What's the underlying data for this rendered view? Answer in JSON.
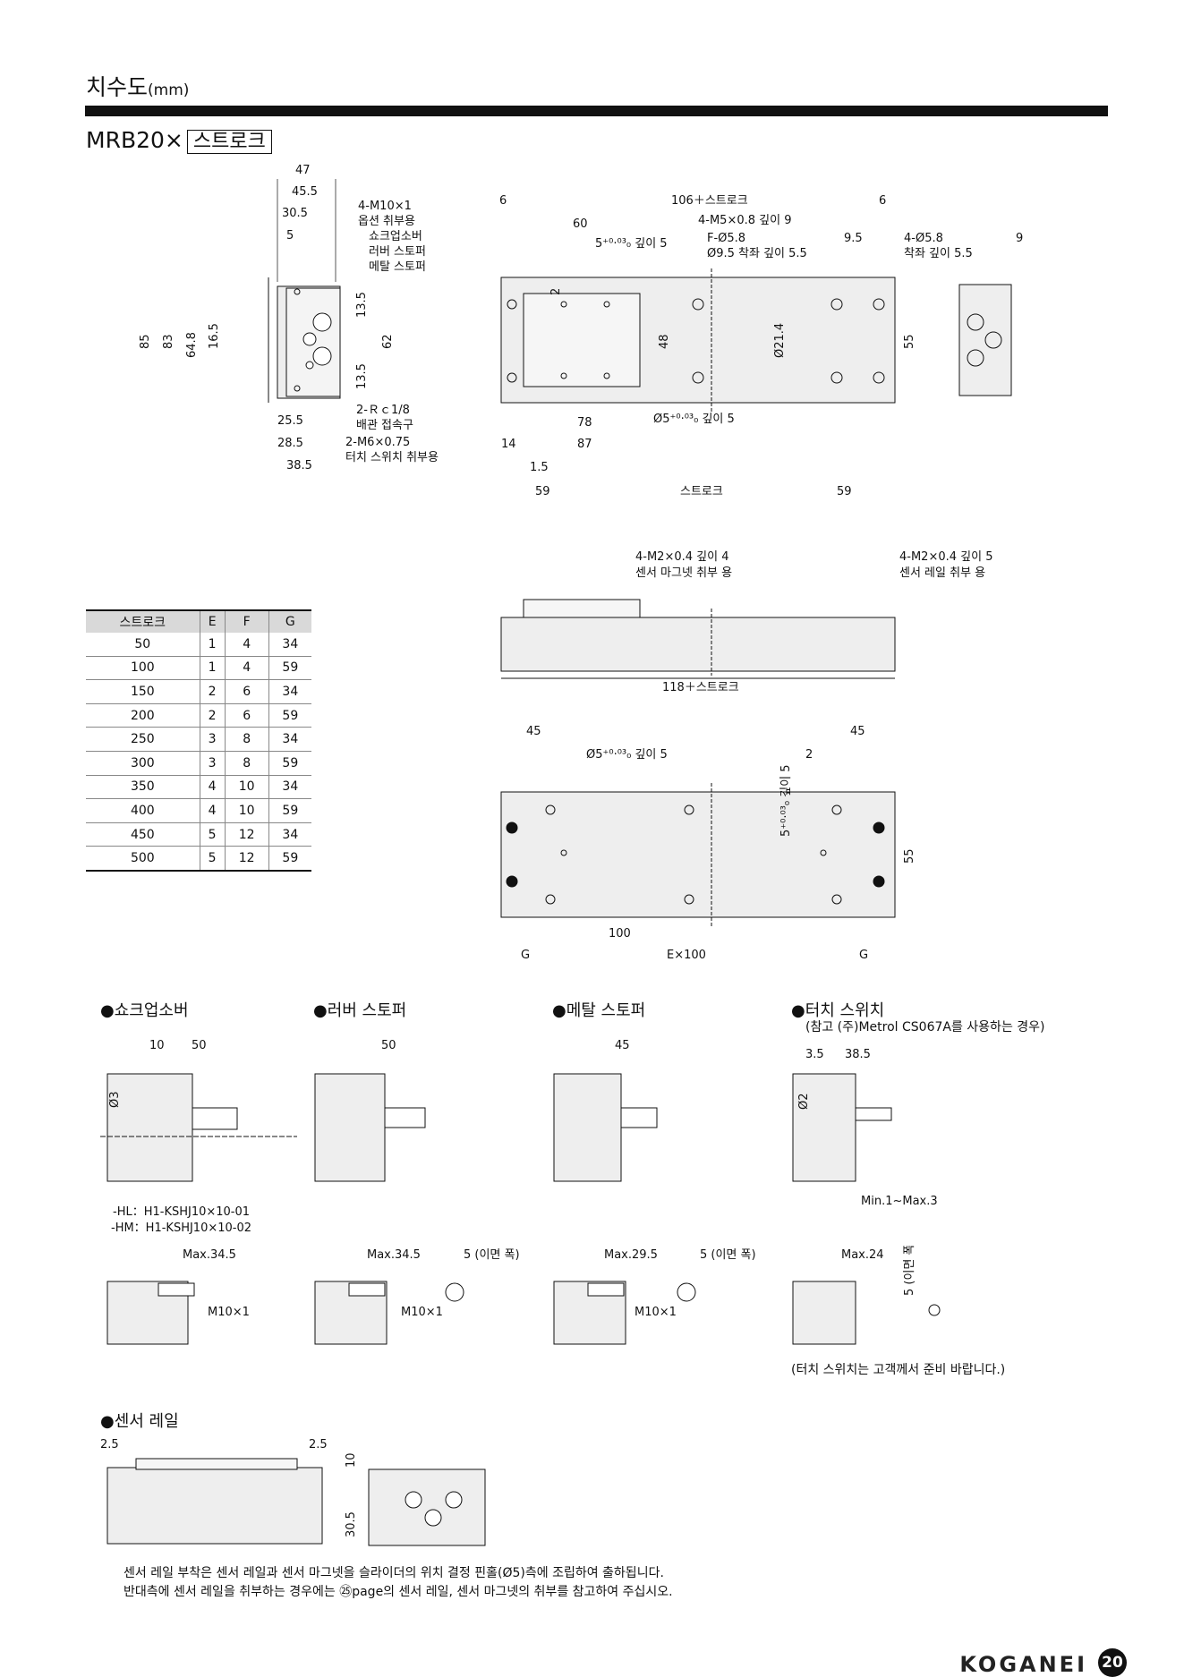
{
  "header": {
    "title": "치수도",
    "unit": "(mm)",
    "model": "MRB20×",
    "model_box": "스트로크"
  },
  "front_view": {
    "dims": [
      "47",
      "45.5",
      "30.5",
      "5",
      "85",
      "83",
      "64.8",
      "16.5",
      "13.5",
      "62",
      "13.5",
      "25.5",
      "28.5",
      "38.5"
    ],
    "note1": [
      "4-M10×1",
      "옵션 취부용",
      "쇼크업소버",
      "러버 스토퍼",
      "메탈 스토퍼"
    ],
    "note2": [
      "2-Ｒｃ1/8",
      "배관 접속구"
    ],
    "note3": [
      "2-M6×0.75",
      "터치 스위치 취부용"
    ]
  },
  "top_view": {
    "dims": [
      "6",
      "106＋스트로크",
      "6",
      "60",
      "5⁺⁰·⁰³₀ 깊이 5",
      "4-M5×0.8 깊이 9",
      "F-Ø5.8",
      "Ø9.5 착좌 깊이 5.5",
      "9.5",
      "4-Ø5.8",
      "착좌 깊이 5.5",
      "9",
      "2",
      "48",
      "Ø21.4",
      "55",
      "78",
      "Ø5⁺⁰·⁰³₀ 깊이 5",
      "14",
      "87",
      "1.5",
      "59",
      "스트로크",
      "59"
    ]
  },
  "side_view": {
    "dims": [
      "4-M2×0.4 깊이 4",
      "센서 마그넷 취부 용",
      "4-M2×0.4 깊이 5",
      "센서 레일 취부 용",
      "118＋스트로크"
    ]
  },
  "bottom_view": {
    "dims": [
      "45",
      "Ø5⁺⁰·⁰³₀ 깊이 5",
      "45",
      "2",
      "5⁺⁰·⁰³₀ 깊이 5",
      "55",
      "100",
      "G",
      "E×100",
      "G"
    ]
  },
  "stroke_table": {
    "headers": [
      "스트로크",
      "E",
      "F",
      "G"
    ],
    "rows": [
      [
        "50",
        "1",
        "4",
        "34"
      ],
      [
        "100",
        "1",
        "4",
        "59"
      ],
      [
        "150",
        "2",
        "6",
        "34"
      ],
      [
        "200",
        "2",
        "6",
        "59"
      ],
      [
        "250",
        "3",
        "8",
        "34"
      ],
      [
        "300",
        "3",
        "8",
        "59"
      ],
      [
        "350",
        "4",
        "10",
        "34"
      ],
      [
        "400",
        "4",
        "10",
        "59"
      ],
      [
        "450",
        "5",
        "12",
        "34"
      ],
      [
        "500",
        "5",
        "12",
        "59"
      ]
    ]
  },
  "options": {
    "shock": {
      "title": "●쇼크업소버",
      "d1": "10",
      "d2": "50",
      "d3": "Ø3",
      "hl": "-HL：H1-KSHJ10×10-01",
      "hm": "-HM：H1-KSHJ10×10-02",
      "max": "Max.34.5",
      "thread": "M10×1"
    },
    "rubber": {
      "title": "●러버 스토퍼",
      "d1": "50",
      "max": "Max.34.5",
      "flat": "5 (이면 폭)",
      "thread": "M10×1"
    },
    "metal": {
      "title": "●메탈 스토퍼",
      "d1": "45",
      "max": "Max.29.5",
      "flat": "5 (이면 폭)",
      "thread": "M10×1"
    },
    "touch": {
      "title": "●터치 스위치",
      "sub": "(참고 (주)Metrol CS067A를 사용하는 경우)",
      "d1": "3.5",
      "d2": "38.5",
      "d3": "Ø2",
      "range": "Min.1~Max.3",
      "max": "Max.24",
      "flat": "5 (이면 폭)",
      "remark": "(터치 스위치는 고객께서 준비 바랍니다.)"
    }
  },
  "sensor_rail": {
    "title": "●센서 레일",
    "d1": "2.5",
    "d2": "2.5",
    "d3": "10",
    "d4": "30.5",
    "note1": "센서 레일 부착은 센서 레일과 센서 마그넷을 슬라이더의 위치 결정 핀홀(Ø5)측에 조립하여 출하됩니다.",
    "note2": "반대측에 센서 레일을 취부하는 경우에는 ㉕page의 센서 레일, 센서 마그넷의 취부를 참고하여 주십시오."
  },
  "footer": {
    "brand": "KOGANEI",
    "page": "20"
  }
}
